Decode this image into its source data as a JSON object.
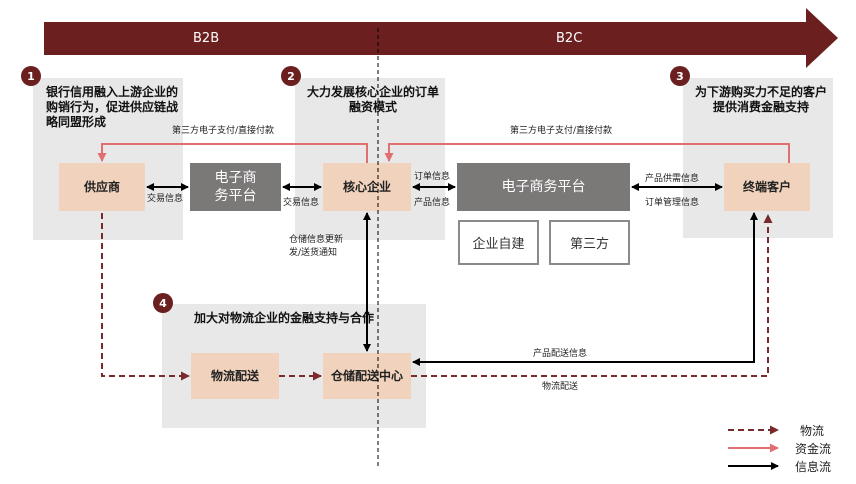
{
  "phases": {
    "b2b": "B2B",
    "b2c": "B2C"
  },
  "panels": [
    {
      "number": "1",
      "title": "银行信用融入上游企业的购销行为，促进供应链战略同盟形成"
    },
    {
      "number": "2",
      "title": "大力发展核心企业的订单融资模式"
    },
    {
      "number": "3",
      "title": "为下游购买力不足的客户提供消费金融支持"
    },
    {
      "number": "4",
      "title": "加大对物流企业的金融支持与合作"
    }
  ],
  "nodes": {
    "supplier": "供应商",
    "core": "核心企业",
    "customer": "终端客户",
    "logistics": "物流配送",
    "warehouse": "仓储配送中心"
  },
  "platforms": {
    "small": "电子商务平台",
    "large": "电子商务平台",
    "self_built": "企业自建",
    "third_party": "第三方"
  },
  "flow_labels": {
    "pay_left": "第三方电子支付/直接付款",
    "pay_right": "第三方电子支付/直接付款",
    "trade_info_1": "交易信息",
    "trade_info_2": "交易信息",
    "order_info": "订单信息",
    "product_info": "产品信息",
    "product_demand": "产品供需信息",
    "order_mgmt": "订单管理信息",
    "warehouse_update": "仓储信息更新\n发/送货通知",
    "delivery_info": "产品配送信息",
    "logistics_delivery": "物流配送"
  },
  "legend": {
    "logistics": "物流",
    "funds": "资金流",
    "info": "信息流"
  },
  "colors": {
    "arrow_band": "#6b1f1f",
    "panel": "#e8e8e8",
    "node": "#f1d3bd",
    "platform": "#7b7878",
    "logistics_flow": "#7a2a2a",
    "funds_flow": "#e07070",
    "info_flow": "#000000"
  }
}
